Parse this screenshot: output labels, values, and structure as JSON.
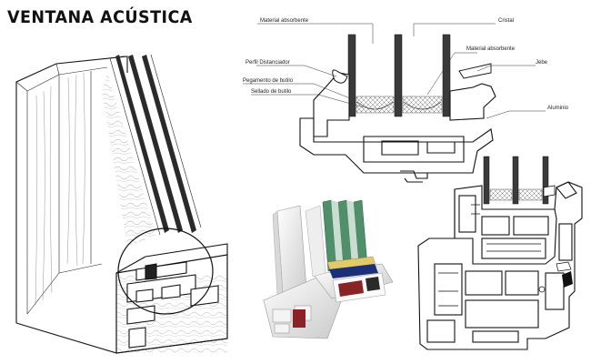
{
  "title": "VENTANA ACÚSTICA",
  "labels": {
    "material_absorbente_top": "Material absorbente",
    "cristal": "Cristal",
    "material_absorbente_right": "Material absorbente",
    "perfil_distanciador": "Perfil Distanciador",
    "jebe": "Jebe",
    "pegamento_butilo": "Pegamento de butilo",
    "sellado_butilo": "Sellado de butilo",
    "aluminio": "Aluminio"
  },
  "colors": {
    "glass": "#3a3a3a",
    "line": "#111111",
    "photo_glass": "#4f8f6a"
  }
}
